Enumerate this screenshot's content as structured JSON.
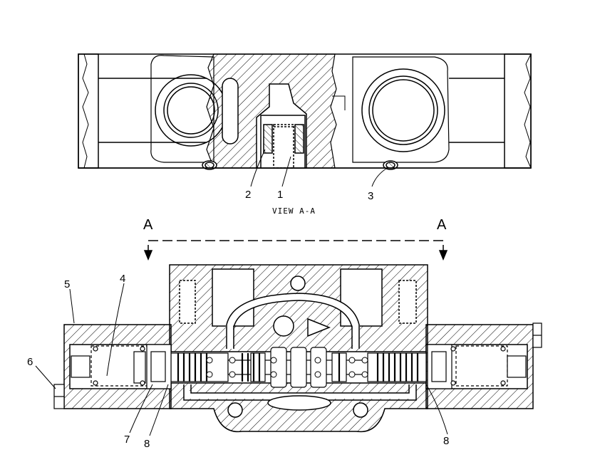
{
  "diagram": {
    "view_label": "VIEW A-A",
    "section_marks": [
      "A",
      "A"
    ],
    "callouts": {
      "c1": "1",
      "c2": "2",
      "c3": "3",
      "c4": "4",
      "c5": "5",
      "c6": "6",
      "c7": "7",
      "c8a": "8",
      "c8b": "8"
    }
  }
}
